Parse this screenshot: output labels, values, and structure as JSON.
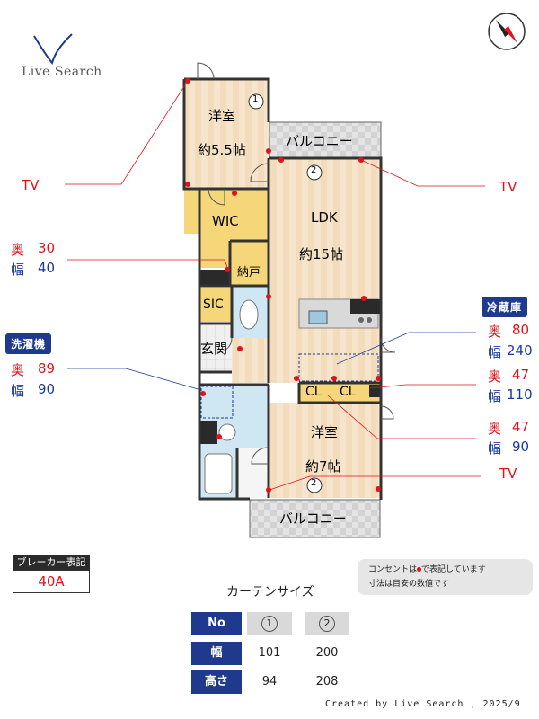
{
  "logo": {
    "name": "Live Search"
  },
  "rooms": {
    "western1": {
      "name": "洋室",
      "size": "約5.5帖",
      "no": "1"
    },
    "balcony_top": {
      "name": "バルコニー"
    },
    "ldk": {
      "name": "LDK",
      "size": "約15帖",
      "no": "2"
    },
    "wic": {
      "name": "WIC"
    },
    "storage": {
      "name": "納戸"
    },
    "sic": {
      "name": "SIC"
    },
    "entrance": {
      "name": "玄関"
    },
    "cl1": {
      "name": "CL"
    },
    "cl2": {
      "name": "CL"
    },
    "western2": {
      "name": "洋室",
      "size": "約7帖",
      "no": "2"
    },
    "balcony_bottom": {
      "name": "バルコニー"
    }
  },
  "labels": {
    "tv_left": "TV",
    "tv_right": "TV",
    "tv_bottom": "TV",
    "left_upper": {
      "depth_label": "奥",
      "depth": "30",
      "width_label": "幅",
      "width": "40"
    },
    "washer": {
      "title": "洗濯機",
      "depth_label": "奥",
      "depth": "89",
      "width_label": "幅",
      "width": "90"
    },
    "fridge": {
      "title": "冷蔵庫",
      "depth_label": "奥",
      "depth": "80",
      "width_label": "幅",
      "width": "240"
    },
    "right_mid": {
      "depth_label": "奥",
      "depth": "47",
      "width_label": "幅",
      "width": "110"
    },
    "right_low": {
      "depth_label": "奥",
      "depth": "47",
      "width_label": "幅",
      "width": "90"
    }
  },
  "breaker": {
    "title": "ブレーカー表記",
    "value": "40A"
  },
  "note": {
    "line1_a": "コンセントは",
    "line1_b": "で表記しています",
    "line2": "寸法は目安の数値です"
  },
  "curtain": {
    "title": "カーテンサイズ",
    "header": {
      "label": "No",
      "c1": "1",
      "c2": "2"
    },
    "rows": [
      {
        "label": "幅",
        "c1": "101",
        "c2": "200"
      },
      {
        "label": "高さ",
        "c1": "94",
        "c2": "208"
      }
    ]
  },
  "footer": "Created by Live Search , 2025/9",
  "colors": {
    "red": "#e0131b",
    "blue": "#1b3a9a",
    "navy": "#1f3a8c",
    "wood": "#f3dfc0",
    "yellow": "#f5d77a",
    "bath": "#cfe6f3"
  }
}
